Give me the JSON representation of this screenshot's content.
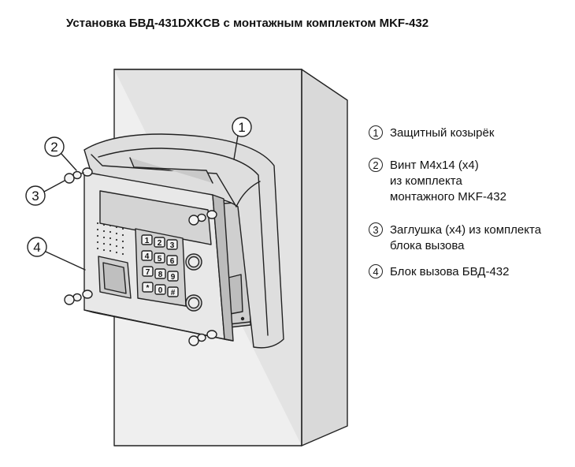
{
  "title": "Установка БВД-431DXKCB с монтажным комплектом MKF-432",
  "callouts": [
    "1",
    "2",
    "3",
    "4"
  ],
  "keypad": [
    "1",
    "2",
    "3",
    "4",
    "5",
    "6",
    "7",
    "8",
    "9",
    "*",
    "0",
    "#"
  ],
  "legend": [
    {
      "num": "1",
      "text": "Защитный козырёк"
    },
    {
      "num": "2",
      "text": "Винт М4х14 (х4)\nиз комплекта\nмонтажного MKF-432"
    },
    {
      "num": "3",
      "text": "Заглушка (х4) из комплекта\nблока вызова"
    },
    {
      "num": "4",
      "text": "Блок вызова БВД-432"
    }
  ]
}
